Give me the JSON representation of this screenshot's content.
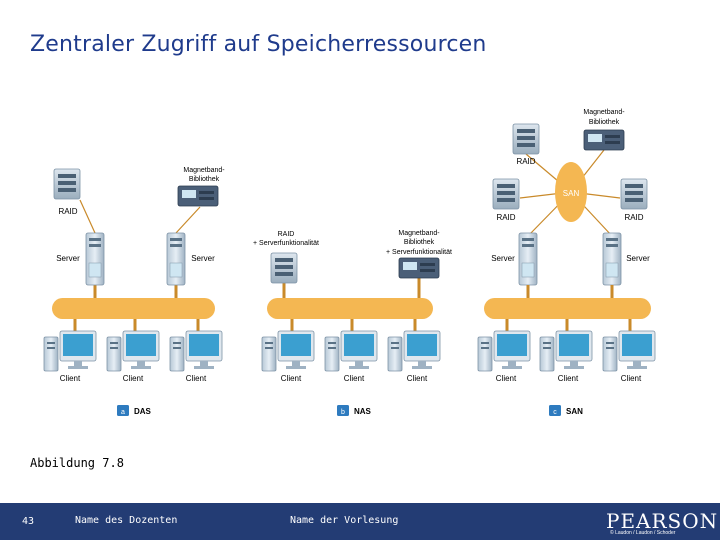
{
  "slide": {
    "title": "Zentraler Zugriff auf Speicherressourcen",
    "caption": "Abbildung 7.8"
  },
  "diagram": {
    "das": {
      "badge": "a",
      "label": "DAS",
      "raid": "RAID",
      "tape": [
        "Magnetband-",
        "Bibliothek"
      ],
      "server_left": "Server",
      "server_right": "Server",
      "clients": [
        "Client",
        "Client",
        "Client"
      ]
    },
    "nas": {
      "badge": "b",
      "label": "NAS",
      "raid": [
        "RAID",
        "+ Serverfunktionalität"
      ],
      "tape": [
        "Magnetband-",
        "Bibliothek",
        "+ Serverfunktionalität"
      ],
      "clients": [
        "Client",
        "Client",
        "Client"
      ]
    },
    "san": {
      "badge": "c",
      "label": "SAN",
      "hub": "SAN",
      "tape": [
        "Magnetband-",
        "Bibliothek"
      ],
      "raid_top": "RAID",
      "raid_left": "RAID",
      "raid_right": "RAID",
      "server_left": "Server",
      "server_right": "Server",
      "clients": [
        "Client",
        "Client",
        "Client"
      ]
    }
  },
  "footer": {
    "page": "43",
    "lecturer": "Name des Dozenten",
    "course": "Name der Vorlesung",
    "brand": "PEARSON",
    "copyright": "© Laudon / Laudon / Schoder"
  },
  "colors": {
    "title": "#1f3b8c",
    "bus": "#f4b752",
    "footer": "#233c74",
    "link": "#c98a2a"
  }
}
